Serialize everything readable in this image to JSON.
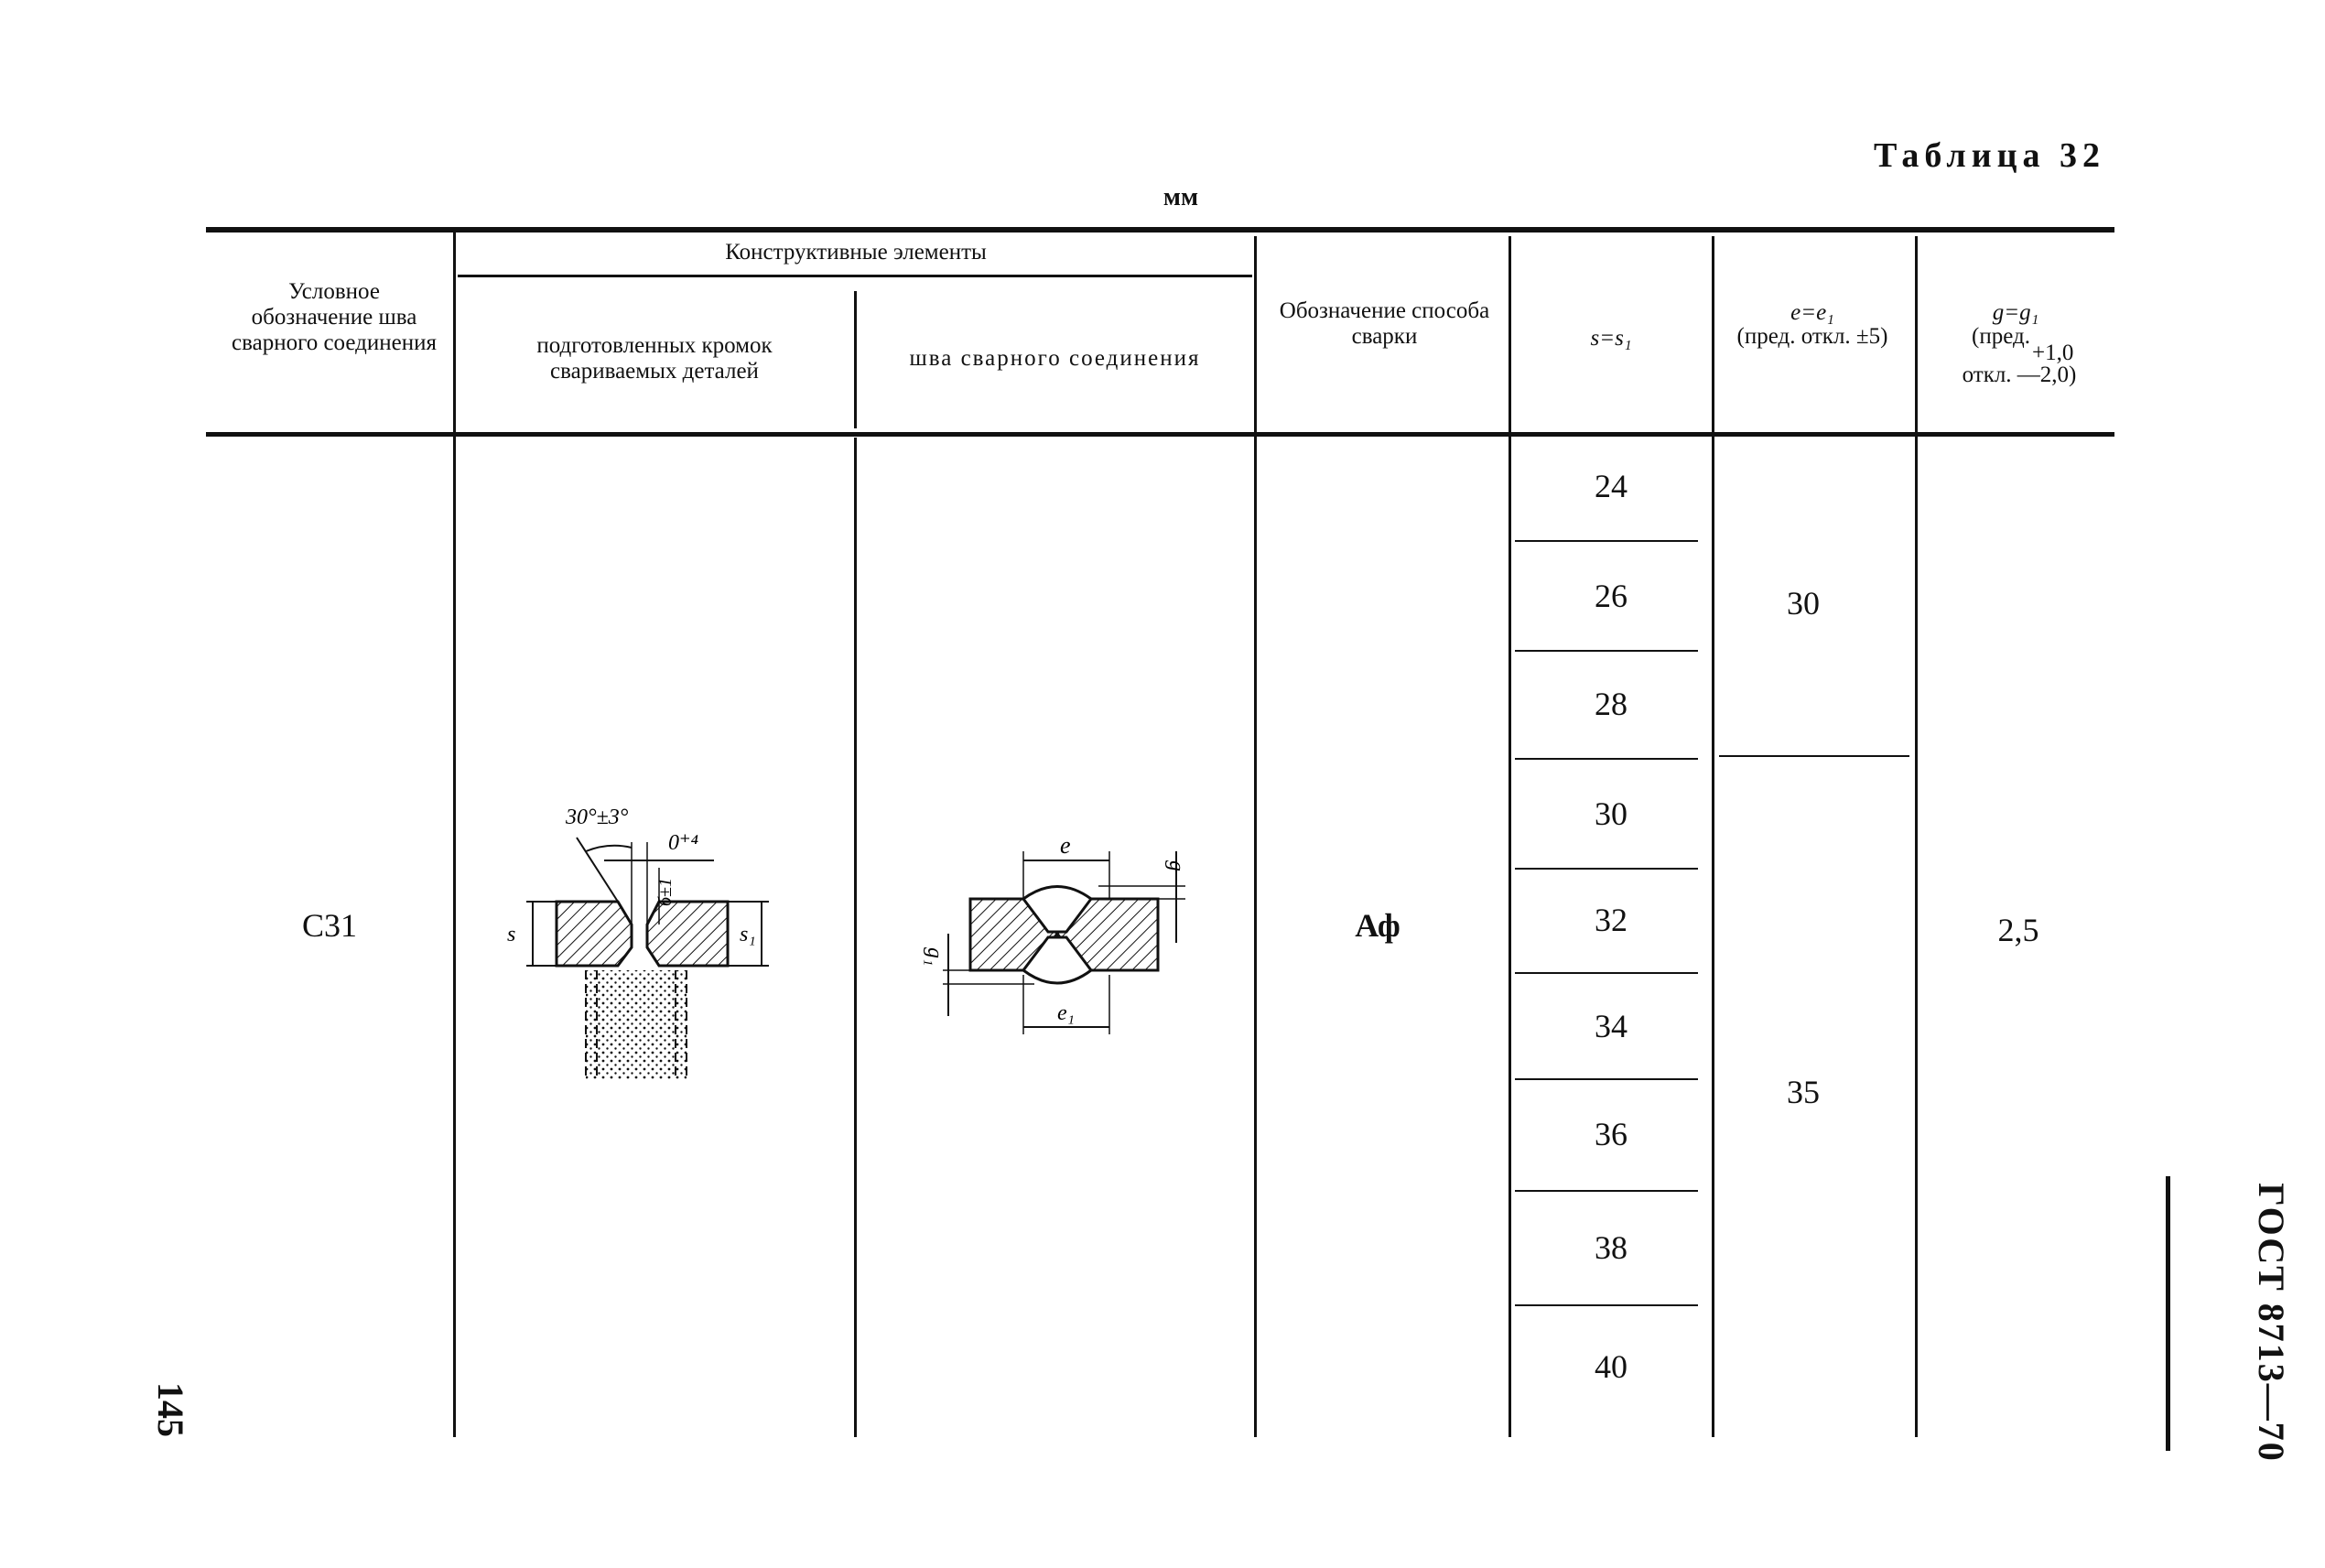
{
  "table_title": "Таблица 32",
  "units": "мм",
  "headers": {
    "designation": "Условное обозначение шва сварного соединения",
    "structural": "Конструктивные элементы",
    "prepared_edges": "подготовленных кромок свариваемых деталей",
    "weld_seam": "шва сварного соединения",
    "welding_method": "Обозначение способа сварки",
    "s": "s=s₁",
    "e_line1": "e=e₁",
    "e_line2": "(пред. откл. ±5)",
    "g_line1": "g=g₁",
    "g_line2a": "(пред.",
    "g_line2b": "+1,0",
    "g_line3": "откл. —2,0)"
  },
  "row": {
    "designation": "С31",
    "method": "Аф",
    "s_values": [
      "24",
      "26",
      "28",
      "30",
      "32",
      "34",
      "36",
      "38",
      "40"
    ],
    "e_values": [
      "30",
      "35"
    ],
    "g_value": "2,5"
  },
  "drawing_labels": {
    "angle": "30°±3°",
    "gap": "0⁺⁴",
    "root": "б±1",
    "s": "s",
    "s1": "s₁",
    "e": "e",
    "e1": "e₁",
    "g": "g",
    "g1": "g₁"
  },
  "page_number": "145",
  "gost": "ГОСТ 8713—70"
}
